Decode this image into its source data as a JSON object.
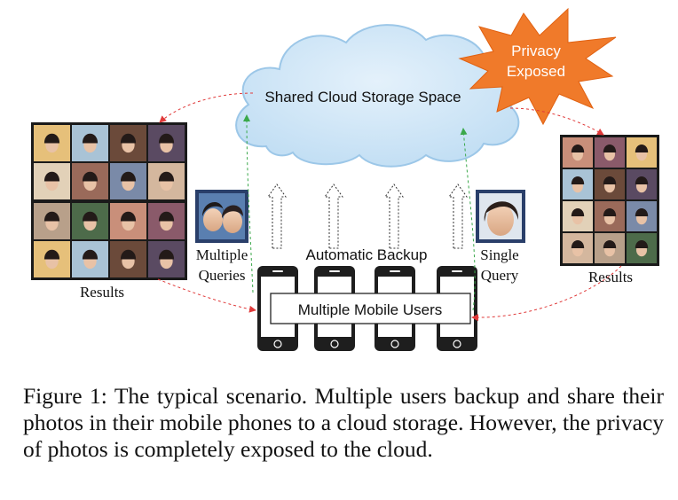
{
  "cloud": {
    "label": "Shared Cloud Storage Space"
  },
  "burst": {
    "line1": "Privacy",
    "line2": "Exposed"
  },
  "backup_label": "Automatic Backup",
  "users_label": "Multiple Mobile Users",
  "left_queries": {
    "line1": "Multiple",
    "line2": "Queries"
  },
  "right_query": {
    "line1": "Single",
    "line2": "Query"
  },
  "left_results": "Results",
  "right_results": "Results",
  "caption": "Figure 1: The typical scenario. Multiple users backup and share their photos in their mobile phones to a cloud storage. However, the privacy of photos is completely exposed to the cloud.",
  "colors": {
    "cloud_fill": "#cfe6f7",
    "cloud_stroke": "#9cc7e8",
    "burst_fill": "#f07a2a",
    "red_arrow": "#e03a3a",
    "green_arrow": "#3aa84a",
    "photo_frame": "#1a1a1a",
    "query_frame": "#2a3f6a"
  }
}
